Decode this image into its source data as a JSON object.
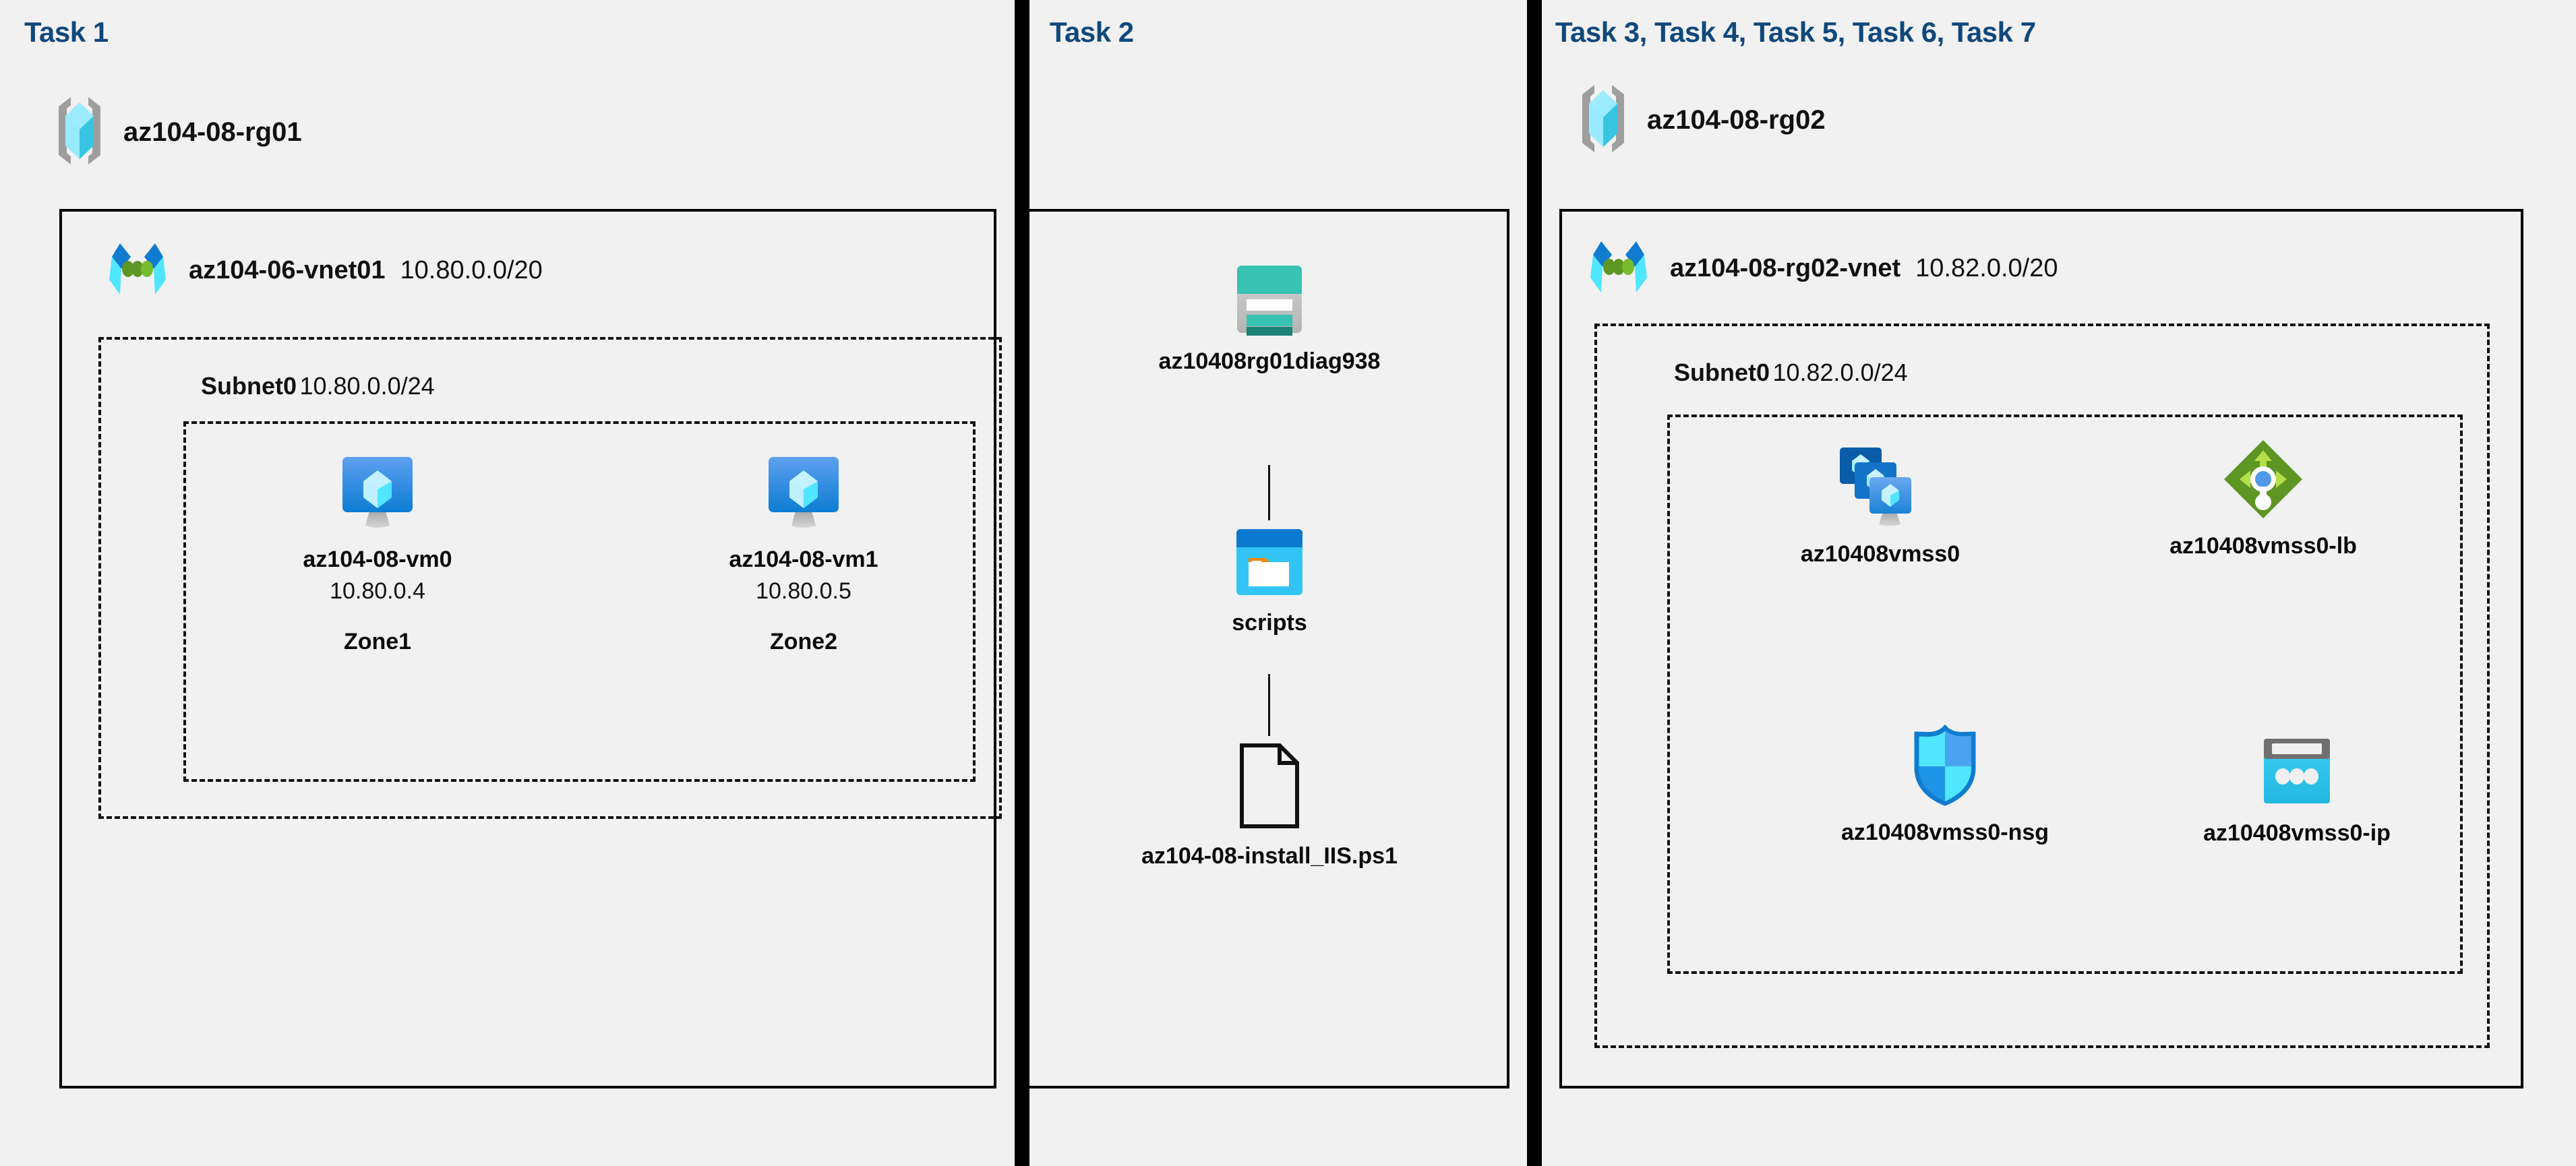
{
  "diagram": {
    "background_color": "#f1f1f1",
    "header_color": "#10487c",
    "divider_color": "#000000"
  },
  "columns": [
    {
      "id": "task1",
      "header": "Task 1",
      "resource_group": {
        "icon": "resource-group-icon",
        "name": "az104-08-rg01"
      },
      "vnet": {
        "icon": "virtual-network-icon",
        "name": "az104-06-vnet01",
        "cidr": "10.80.0.0/20"
      },
      "subnet": {
        "name": "Subnet0",
        "cidr": "10.80.0.0/24"
      },
      "nodes": [
        {
          "icon": "virtual-machine-icon",
          "label": "az104-08-vm0",
          "ip": "10.80.0.4",
          "zone": "Zone1"
        },
        {
          "icon": "virtual-machine-icon",
          "label": "az104-08-vm1",
          "ip": "10.80.0.5",
          "zone": "Zone2"
        }
      ]
    },
    {
      "id": "task2",
      "header": "Task 2",
      "nodes": [
        {
          "icon": "storage-account-icon",
          "label": "az10408rg01diag938"
        },
        {
          "icon": "blob-container-icon",
          "label": "scripts"
        },
        {
          "icon": "file-icon",
          "label": "az104-08-install_IIS.ps1"
        }
      ]
    },
    {
      "id": "task3to7",
      "header": "Task 3, Task 4, Task 5, Task 6, Task 7",
      "resource_group": {
        "icon": "resource-group-icon",
        "name": "az104-08-rg02"
      },
      "vnet": {
        "icon": "virtual-network-icon",
        "name": "az104-08-rg02-vnet",
        "cidr": "10.82.0.0/20"
      },
      "subnet": {
        "name": "Subnet0",
        "cidr": "10.82.0.0/24"
      },
      "nodes": [
        {
          "icon": "vm-scale-set-icon",
          "label": "az10408vmss0"
        },
        {
          "icon": "load-balancer-icon",
          "label": "az10408vmss0-lb"
        },
        {
          "icon": "network-security-group-icon",
          "label": "az10408vmss0-nsg"
        },
        {
          "icon": "public-ip-address-icon",
          "label": "az10408vmss0-ip"
        }
      ]
    }
  ]
}
